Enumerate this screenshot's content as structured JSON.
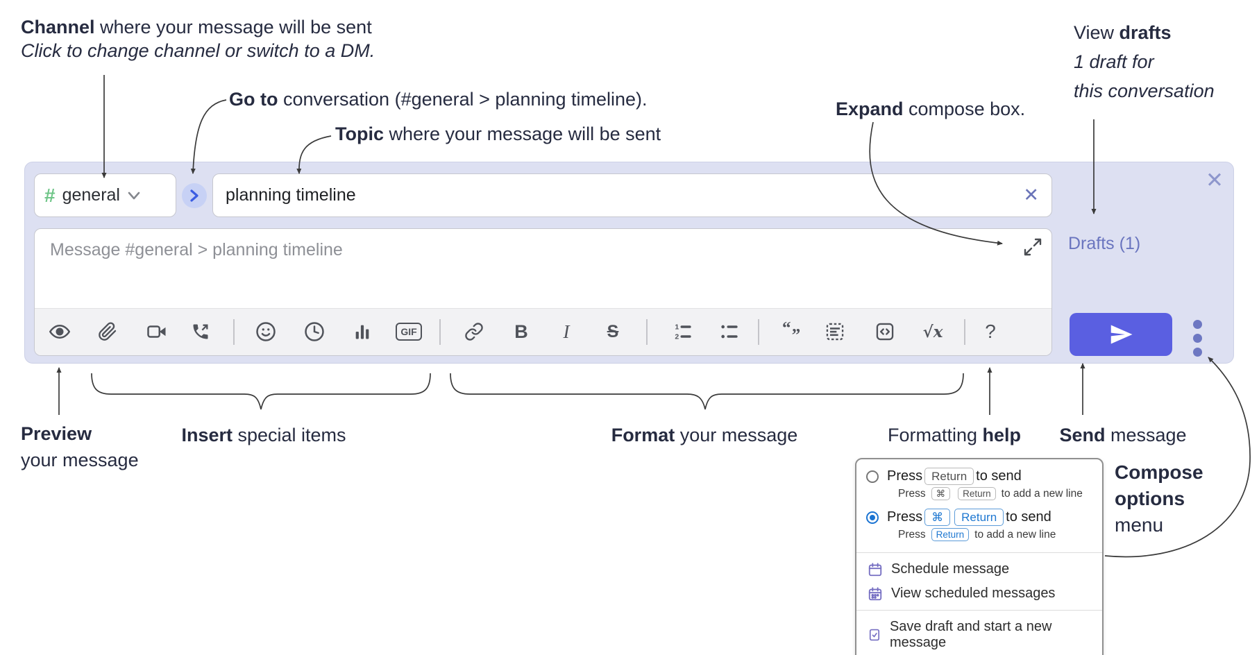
{
  "annotations": {
    "channel": {
      "bold": "Channel",
      "rest": " where your message will be sent",
      "line2": "Click to change channel or switch to a DM."
    },
    "goto": {
      "bold": "Go to",
      "rest": " conversation (#general > planning timeline)."
    },
    "topic": {
      "bold": "Topic",
      "rest": " where your message will be sent"
    },
    "expand": {
      "bold": "Expand",
      "rest": " compose box."
    },
    "view_drafts": {
      "pre": "View ",
      "bold": "drafts",
      "line2": "1 draft for",
      "line3": "this conversation"
    },
    "preview": {
      "bold": "Preview",
      "line2": "your message"
    },
    "insert": {
      "bold": "Insert",
      "rest": " special items"
    },
    "format": {
      "bold": "Format",
      "rest": " your message"
    },
    "formatting_help": {
      "pre": "Formatting ",
      "bold": "help"
    },
    "send": {
      "bold": "Send",
      "rest": " message"
    },
    "compose_options": {
      "line1": "Compose",
      "line2": "options",
      "line3": "menu"
    }
  },
  "compose": {
    "channel_selector": {
      "hash_icon": "#",
      "name": "general"
    },
    "topic_input": {
      "value": "planning timeline",
      "clear_icon": "✕"
    },
    "message_input": {
      "placeholder": "Message #general > planning timeline"
    },
    "drafts_link": "Drafts (1)",
    "close_icon": "✕",
    "toolbar": {
      "labels": {
        "bold": "B",
        "italic": "I",
        "strike": "S",
        "gif": "GIF",
        "math": "√x",
        "help": "?"
      },
      "icons": [
        "preview-eye",
        "attach-paperclip",
        "video-call",
        "voice-call",
        "emoji",
        "schedule-clock",
        "poll-chart",
        "gif",
        "link",
        "bold",
        "italic",
        "strikethrough",
        "numbered-list",
        "bulleted-list",
        "quote",
        "spoiler",
        "code-block",
        "math",
        "help"
      ]
    },
    "colors": {
      "container_bg": "#dde0f2",
      "send_button": "#5a5fe1",
      "indigo_link": "#6a75bf",
      "channel_green": "#6fc588",
      "kbd_blue": "#1f78d1"
    }
  },
  "popup": {
    "options": [
      {
        "selected": false,
        "main": {
          "pre": "Press",
          "key1": "Return",
          "post": "to send"
        },
        "sub": {
          "pre": "Press",
          "key1": "⌘",
          "key2": "Return",
          "post": "to add a new line"
        }
      },
      {
        "selected": true,
        "main": {
          "pre": "Press",
          "key1": "⌘",
          "key2": "Return",
          "post": "to send"
        },
        "sub": {
          "pre": "Press",
          "key1": "Return",
          "post": "to add a new line"
        }
      }
    ],
    "menu_items": [
      "Schedule message",
      "View scheduled messages",
      "Save draft and start a new message"
    ]
  }
}
